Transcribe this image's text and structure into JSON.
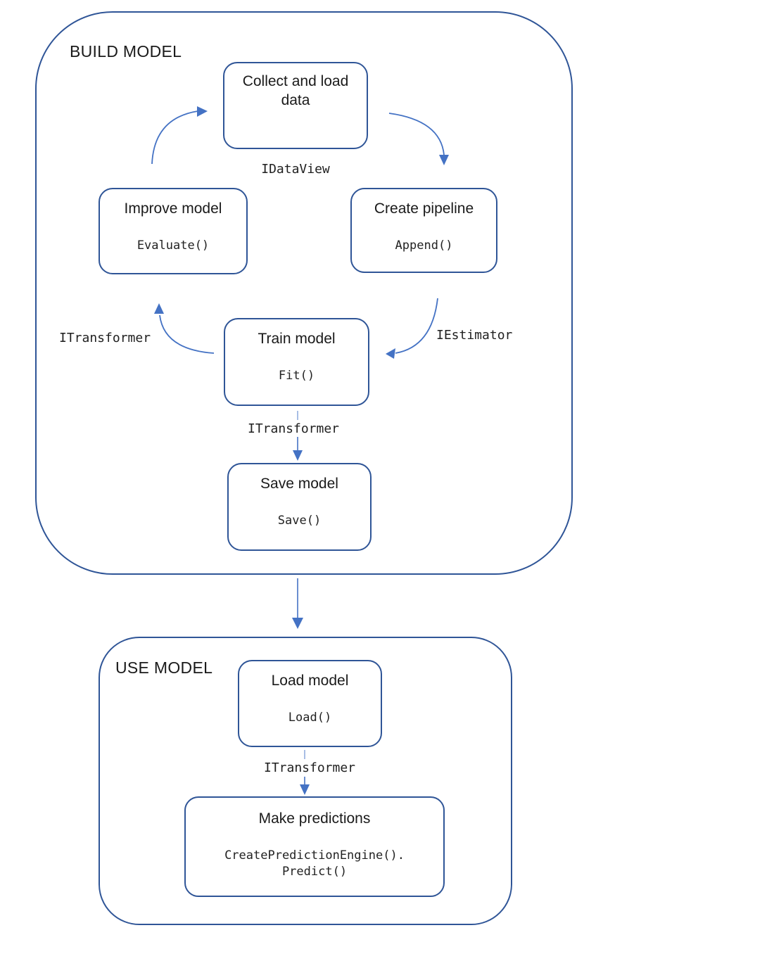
{
  "colors": {
    "border": "#2f5597",
    "arrow": "#4472c4",
    "line": "#8aa9dc",
    "text": "#1a1a1a"
  },
  "build_section": {
    "label": "BUILD MODEL",
    "nodes": {
      "collect": {
        "title": "Collect and load data"
      },
      "improve": {
        "title": "Improve model",
        "code": "Evaluate()"
      },
      "create": {
        "title": "Create pipeline",
        "code": "Append()"
      },
      "train": {
        "title": "Train model",
        "code": "Fit()"
      },
      "save": {
        "title": "Save model",
        "code": "Save()"
      }
    },
    "edge_labels": {
      "idataview": "IDataView",
      "iestimator": "IEstimator",
      "itransformer_left": "ITransformer",
      "itransformer_train_save": "ITransformer"
    }
  },
  "use_section": {
    "label": "USE MODEL",
    "nodes": {
      "load": {
        "title": "Load model",
        "code": "Load()"
      },
      "predict": {
        "title": "Make predictions",
        "code": "CreatePredictionEngine().\nPredict()"
      }
    },
    "edge_labels": {
      "itransformer_load_predict": "ITransformer"
    }
  }
}
